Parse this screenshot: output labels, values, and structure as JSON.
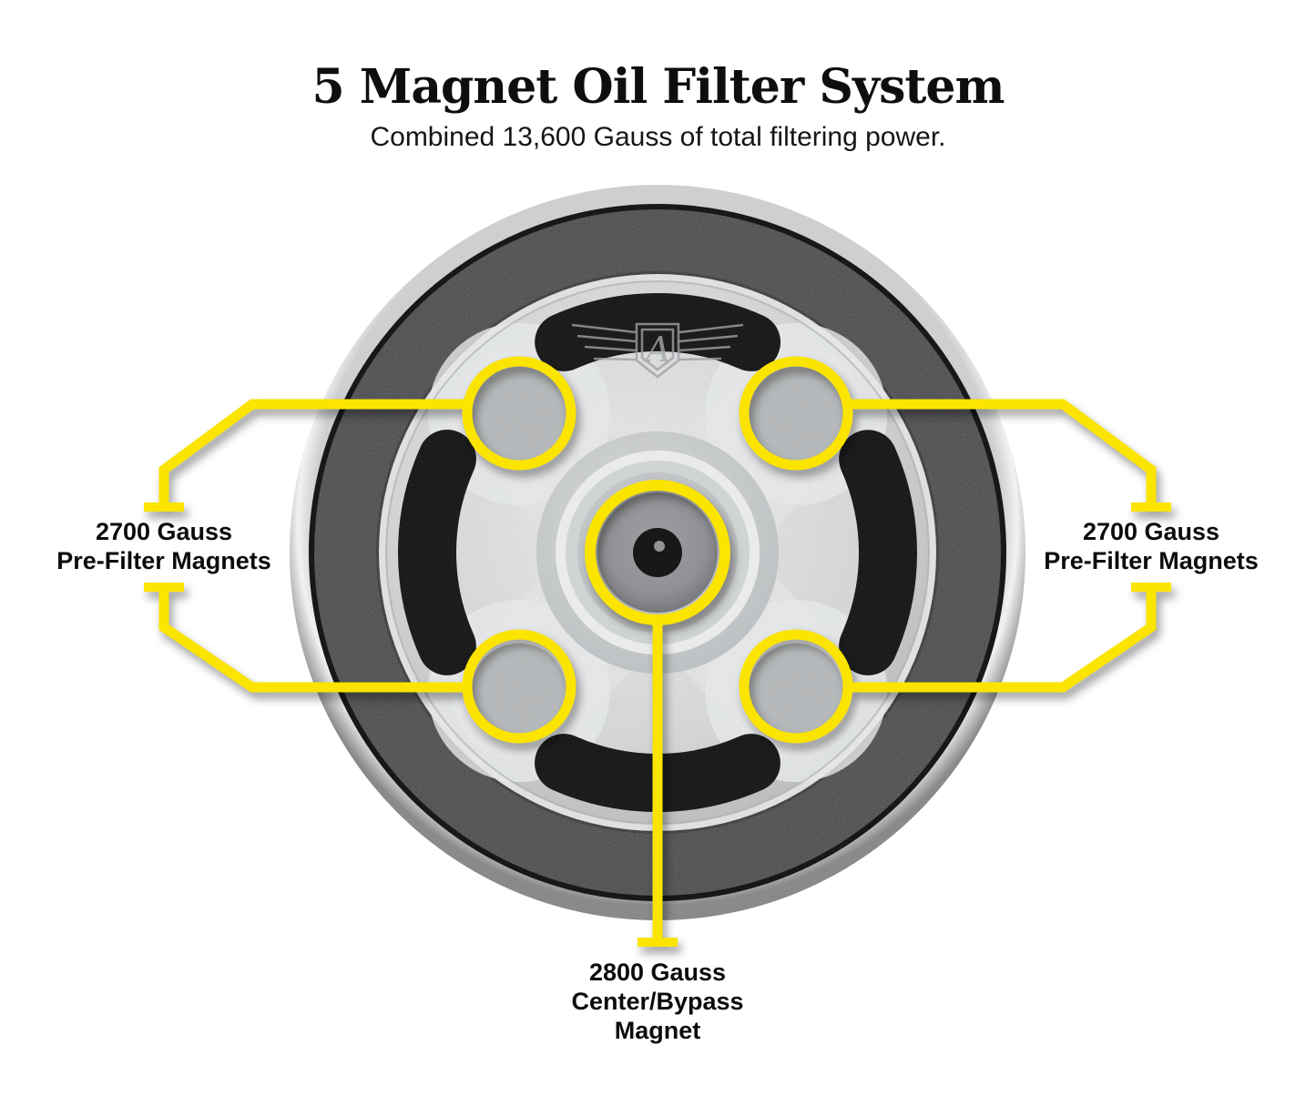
{
  "title": "5 Magnet Oil Filter System",
  "subtitle": "Combined 13,600 Gauss of total filtering power.",
  "callouts": {
    "left": {
      "line1": "2700 Gauss",
      "line2": "Pre-Filter Magnets"
    },
    "right": {
      "line1": "2700 Gauss",
      "line2": "Pre-Filter Magnets"
    },
    "bottom": {
      "line1": "2800 Gauss",
      "line2": "Center/Bypass",
      "line3": "Magnet"
    }
  },
  "figure": {
    "type": "annotated-product-photo",
    "subject": "Top view of a billet oil filter with five magnets circled in yellow",
    "logo_icon": "winged-crest-emblem",
    "magnets": [
      {
        "position": "top-left",
        "gauss": 2700,
        "role": "Pre-Filter"
      },
      {
        "position": "top-right",
        "gauss": 2700,
        "role": "Pre-Filter"
      },
      {
        "position": "bottom-left",
        "gauss": 2700,
        "role": "Pre-Filter"
      },
      {
        "position": "bottom-right",
        "gauss": 2700,
        "role": "Pre-Filter"
      },
      {
        "position": "center",
        "gauss": 2800,
        "role": "Center/Bypass"
      }
    ],
    "total_gauss": 13600
  },
  "colors": {
    "background": "#ffffff",
    "text": "#0e0e0e",
    "accent_yellow": "#FBE400"
  }
}
